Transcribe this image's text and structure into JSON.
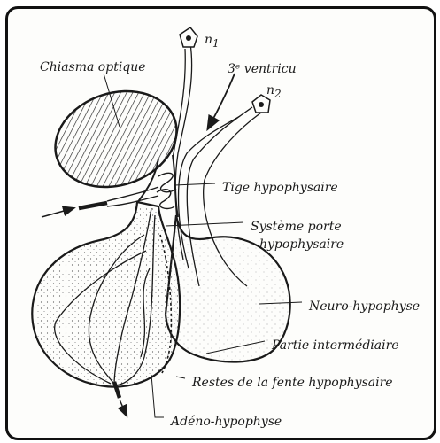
{
  "labels": {
    "chiasma": "Chiasma optique",
    "ventricule": "3ᵉ ventricu",
    "n1_base": "n",
    "n1_sub": "1",
    "n2_base": "n",
    "n2_sub": "2",
    "tige": "Tige hypophysaire",
    "porte_line1": "Système porte",
    "porte_line2": "hypophysaire",
    "neuro": "Neuro-hypophyse",
    "intermediaire": "Partie intermédiaire",
    "restes": "Restes de la fente hypophysaire",
    "adeno": "Adéno-hypophyse"
  },
  "colors": {
    "ink": "#1a1a1a",
    "paper": "#fdfdfb"
  }
}
